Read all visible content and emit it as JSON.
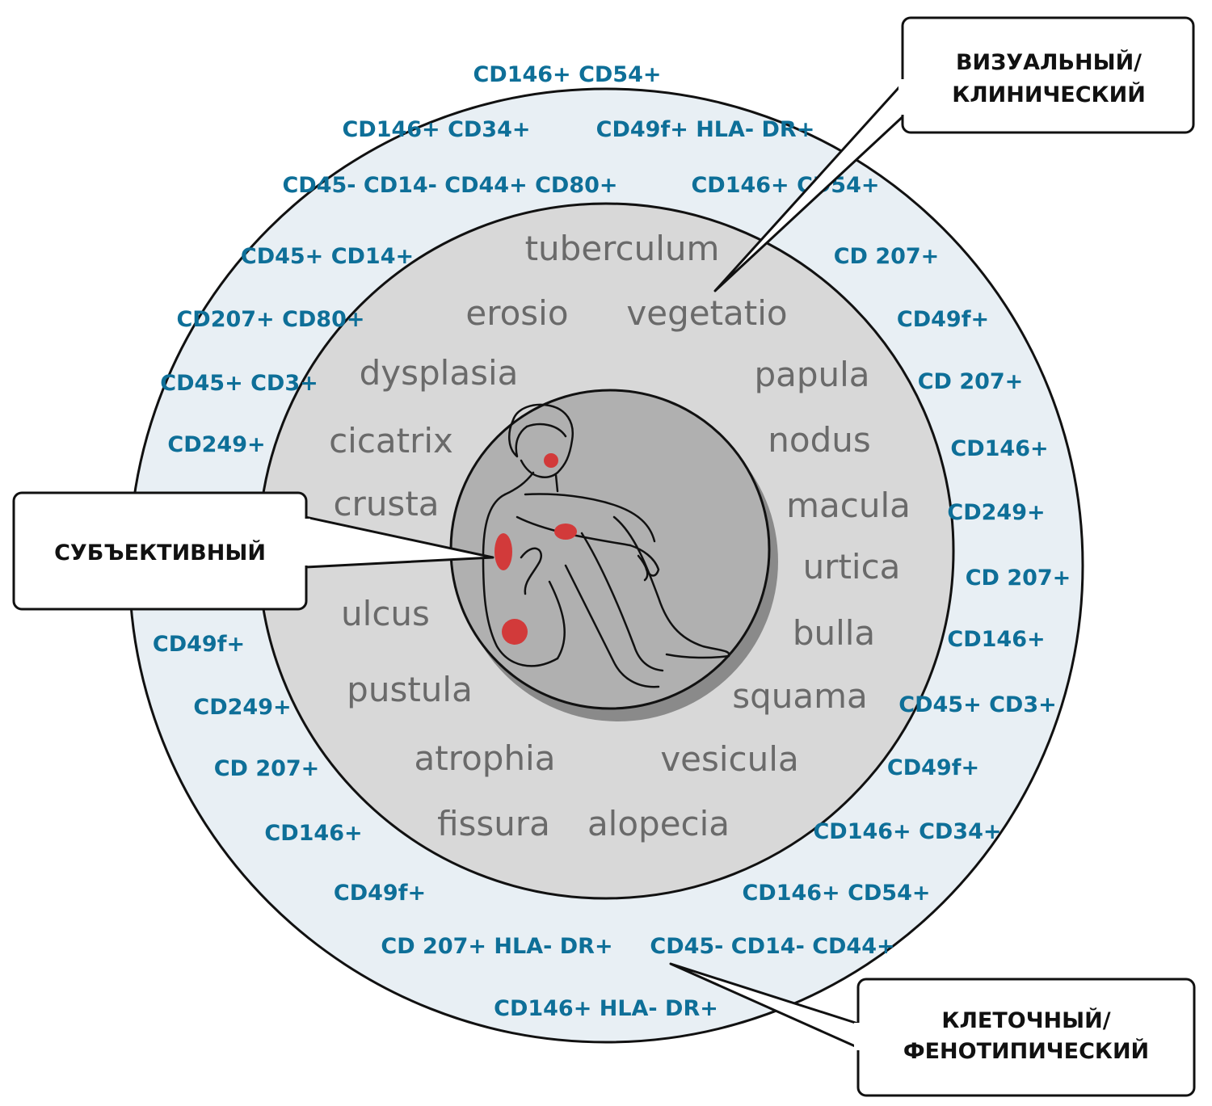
{
  "colors": {
    "outer_ring": "#e8eff4",
    "middle_ring": "#d8d8d8",
    "inner_circle": "#b0b0b0",
    "marker_text": "#0e6f98",
    "lesion_text": "#6a6a6a",
    "spot": "#d23a3a"
  },
  "callouts": {
    "visual": {
      "line1": "ВИЗУАЛЬНЫЙ/",
      "line2": "КЛИНИЧЕСКИЙ"
    },
    "subjective": {
      "line1": "СУБЪЕКТИВНЫЙ"
    },
    "cellular": {
      "line1": "КЛЕТОЧНЫЙ/",
      "line2": "ФЕНОТИПИЧЕСКИЙ"
    }
  },
  "lesions": [
    "tuberculum",
    "erosio",
    "vegetatio",
    "dysplasia",
    "papula",
    "cicatrix",
    "nodus",
    "crusta",
    "macula",
    "urtica",
    "ulcus",
    "bulla",
    "pustula",
    "squama",
    "atrophia",
    "vesicula",
    "fissura",
    "alopecia"
  ],
  "markers": [
    "CD146+ CD54+",
    "CD146+ CD34+",
    "CD49f+ HLA- DR+",
    "CD45- CD14- CD44+ CD80+",
    "CD146+ CD54+",
    "CD45+ CD14+",
    "CD 207+",
    "CD207+ CD80+",
    "CD49f+",
    "CD45+ CD3+",
    "CD 207+",
    "CD249+",
    "CD146+",
    "CD249+",
    "CD 207+",
    "CD49f+",
    "CD146+",
    "CD249+",
    "CD45+ CD3+",
    "CD 207+",
    "CD49f+",
    "CD146+",
    "CD146+ CD34+",
    "CD49f+",
    "CD146+ CD54+",
    "CD 207+ HLA- DR+",
    "CD45- CD14- CD44+",
    "CD146+ HLA- DR+"
  ],
  "icons": {
    "figure": "seated-person-icon"
  }
}
